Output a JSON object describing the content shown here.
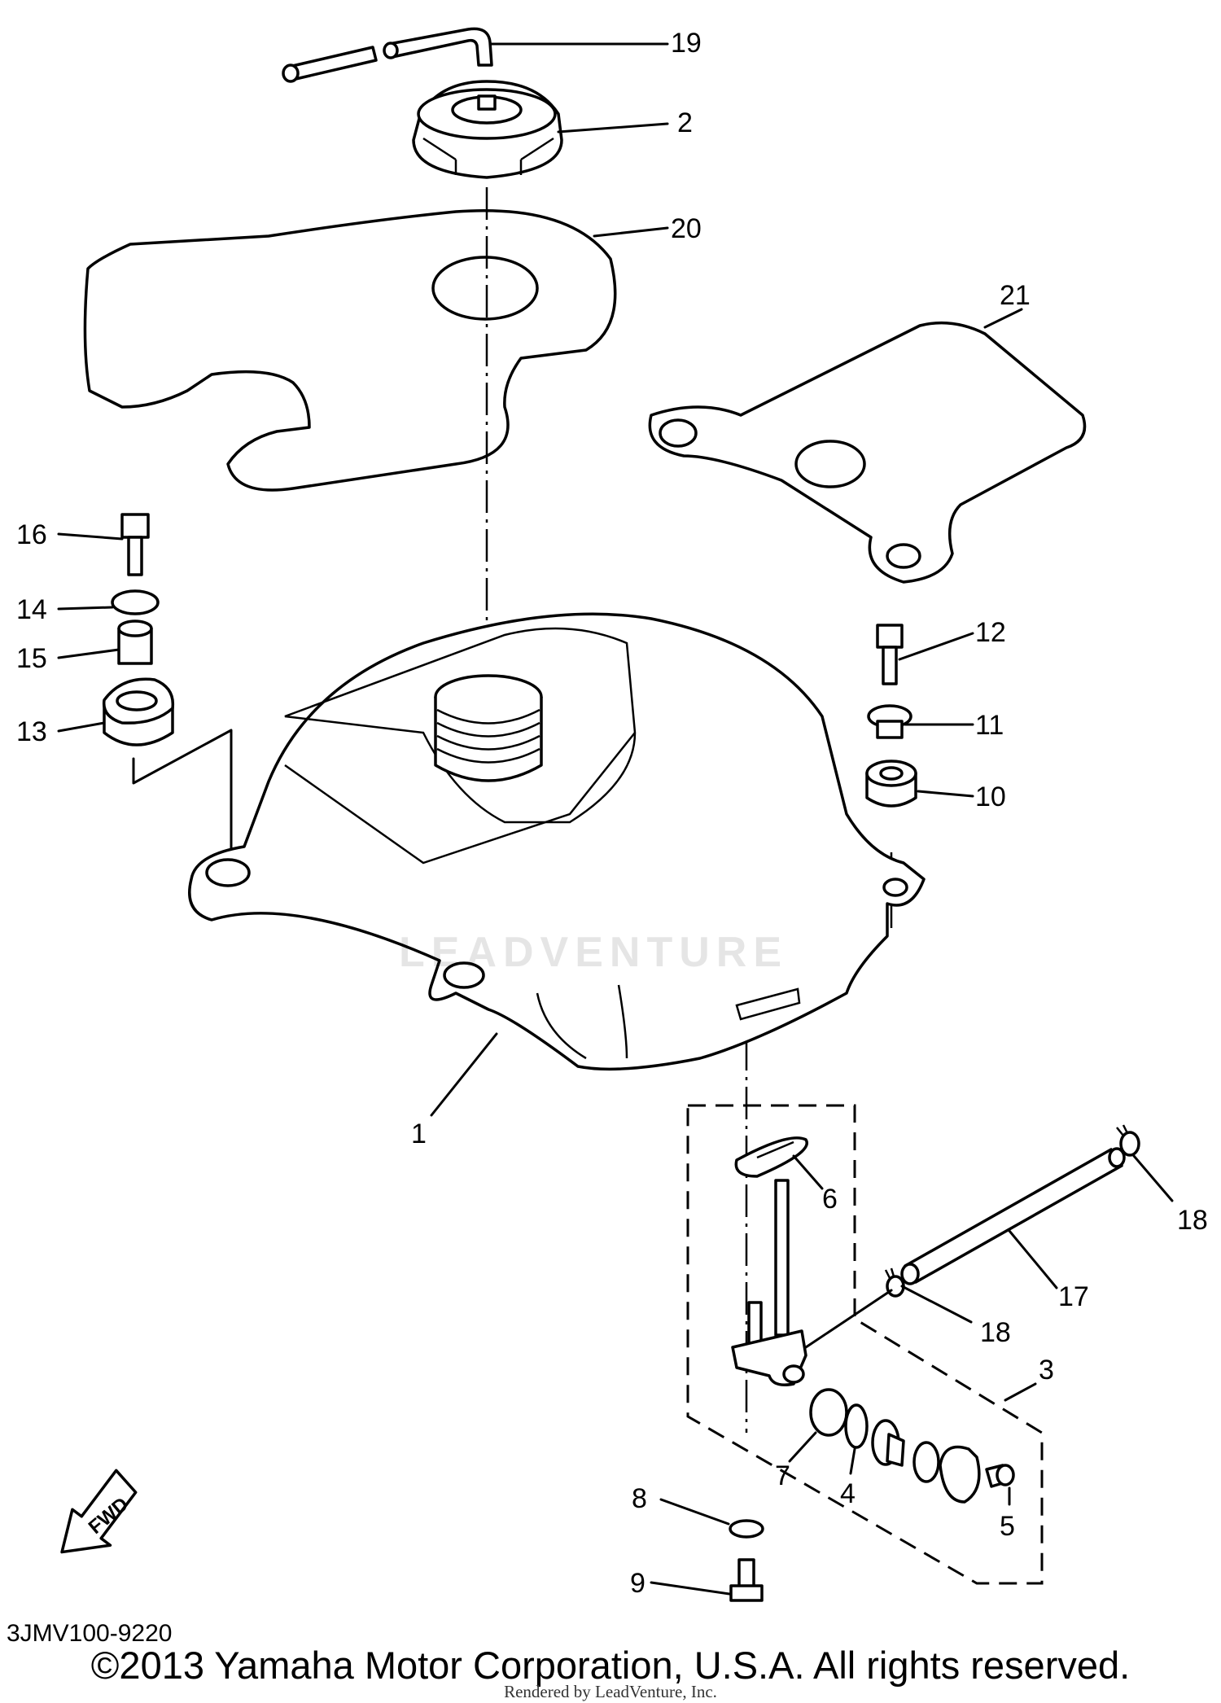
{
  "diagram": {
    "callouts": [
      "19",
      "2",
      "20",
      "21",
      "16",
      "14",
      "15",
      "13",
      "12",
      "11",
      "10",
      "1",
      "6",
      "18",
      "17",
      "18",
      "3",
      "7",
      "4",
      "5",
      "8",
      "9"
    ],
    "fwd_label": "FWD",
    "page_code": "3JMV100-9220",
    "copyright": "©2013 Yamaha Motor Corporation, U.S.A. All rights reserved.",
    "rendered_by": "Rendered by LeadVenture, Inc.",
    "watermark": "LEADVENTURE"
  }
}
